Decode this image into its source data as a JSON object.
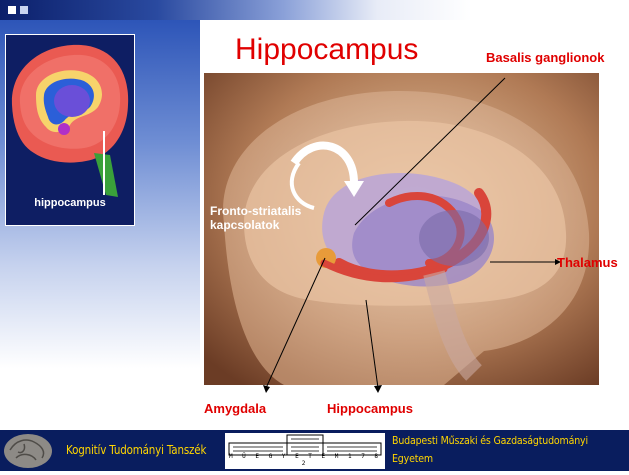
{
  "slide": {
    "title": "Hippocampus",
    "thumbnail_label": "hippocampus",
    "labels": {
      "basalis": "Basalis ganglionok",
      "fronto": "Fronto-striatalis kapcsolatok",
      "thalamus": "Thalamus",
      "amygdala": "Amygdala",
      "hippocampus": "Hippocampus"
    }
  },
  "footer": {
    "department": "Kognitív Tudományi Tanszék",
    "university_line1": "Budapesti Műszaki és Gazdaságtudományi",
    "university_line2": "Egyetem",
    "logo_text": "M Ű E G Y E T E M   1 7 8 2"
  },
  "colors": {
    "accent_red": "#e00000",
    "footer_bg": "#091d5e",
    "footer_text": "#ffd500"
  }
}
